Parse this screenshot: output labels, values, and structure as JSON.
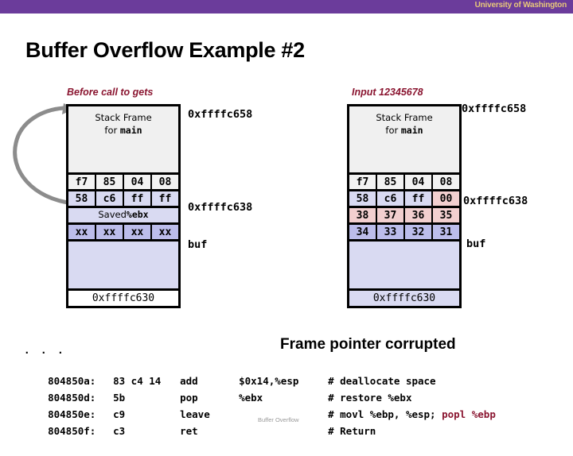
{
  "header": {
    "brand": "University of Washington",
    "bar_color": "#6b3c9b",
    "brand_color": "#e8c87a"
  },
  "slide": {
    "title": "Buffer Overflow Example #2",
    "footer_note": "Buffer Overflow",
    "callout": "Frame pointer corrupted",
    "accent_red": "#8a1530"
  },
  "diagrams": {
    "left": {
      "heading": "Before call to gets",
      "frame_label_line1": "Stack Frame",
      "frame_label_line2_prefix": "for ",
      "frame_label_line2_code": "main",
      "rows": [
        {
          "type": "bytes",
          "cells": [
            "f7",
            "85",
            "04",
            "08"
          ],
          "colors": [
            "white",
            "white",
            "white",
            "white"
          ]
        },
        {
          "type": "bytes",
          "cells": [
            "58",
            "c6",
            "ff",
            "ff"
          ],
          "colors": [
            "lav",
            "lav",
            "lav",
            "lav"
          ]
        },
        {
          "type": "wide",
          "text_prefix": "Saved ",
          "text_code": "%ebx",
          "color": "lav"
        },
        {
          "type": "bytes",
          "cells": [
            "xx",
            "xx",
            "xx",
            "xx"
          ],
          "colors": [
            "lav-dark",
            "lav-dark",
            "lav-dark",
            "lav-dark"
          ]
        },
        {
          "type": "filler",
          "color": "lav"
        },
        {
          "type": "addr",
          "text": "0xffffc630",
          "color": "white"
        }
      ],
      "side_labels": {
        "top_addr": "0xffffc658",
        "mid_addr": "0xffffc638",
        "buf": "buf"
      }
    },
    "right": {
      "heading": "Input 12345678",
      "frame_label_line1": "Stack Frame",
      "frame_label_line2_prefix": "for ",
      "frame_label_line2_code": "main",
      "rows": [
        {
          "type": "bytes",
          "cells": [
            "f7",
            "85",
            "04",
            "08"
          ],
          "colors": [
            "white",
            "white",
            "white",
            "white"
          ]
        },
        {
          "type": "bytes",
          "cells": [
            "58",
            "c6",
            "ff",
            "00"
          ],
          "colors": [
            "lav",
            "lav",
            "lav",
            "pink"
          ]
        },
        {
          "type": "bytes",
          "cells": [
            "38",
            "37",
            "36",
            "35"
          ],
          "colors": [
            "pink",
            "pink",
            "pink",
            "pink"
          ]
        },
        {
          "type": "bytes",
          "cells": [
            "34",
            "33",
            "32",
            "31"
          ],
          "colors": [
            "lav-dark",
            "lav-dark",
            "lav-dark",
            "lav-dark"
          ]
        },
        {
          "type": "filler",
          "color": "lav"
        },
        {
          "type": "addr",
          "text": "0xffffc630",
          "color": "lav"
        }
      ],
      "side_labels": {
        "top_addr": "0xffffc658",
        "mid_addr": "0xffffc638",
        "buf": "buf"
      }
    }
  },
  "assembly": {
    "ellipsis": ". . .",
    "lines": [
      {
        "addr": "804850a:",
        "bytes": "83 c4 14",
        "mnemonic": "add",
        "operands": "$0x14,%esp",
        "comment": "# deallocate space",
        "comment_red": ""
      },
      {
        "addr": "804850d:",
        "bytes": "5b",
        "mnemonic": "pop",
        "operands": "%ebx",
        "comment": "# restore %ebx",
        "comment_red": ""
      },
      {
        "addr": "804850e:",
        "bytes": "c9",
        "mnemonic": "leave",
        "operands": "",
        "comment": "# movl %ebp, %esp; ",
        "comment_red": "popl %ebp"
      },
      {
        "addr": "804850f:",
        "bytes": "c3",
        "mnemonic": "ret",
        "operands": "",
        "comment": "# Return",
        "comment_red": ""
      }
    ]
  }
}
